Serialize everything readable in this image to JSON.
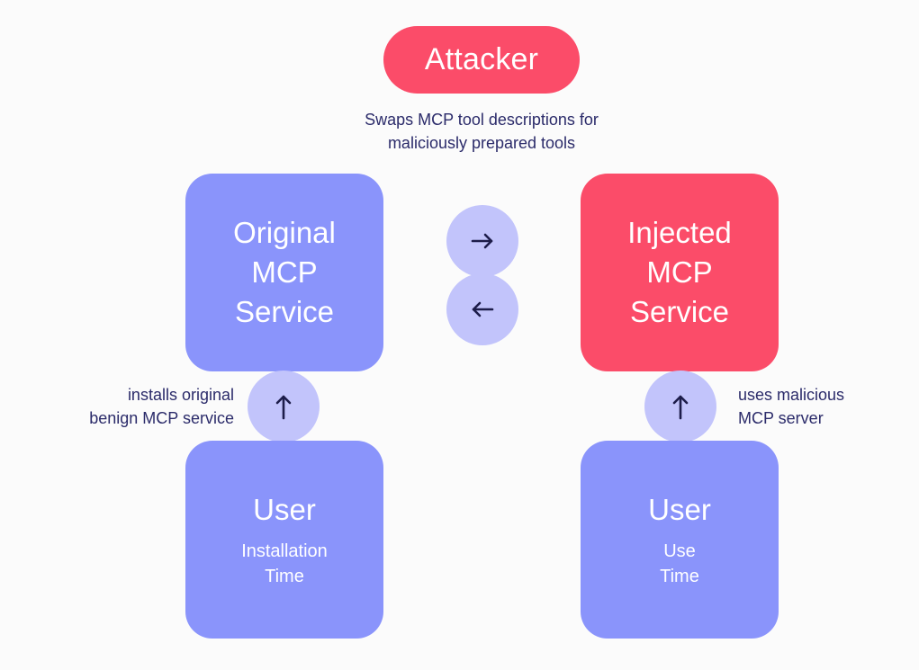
{
  "attacker": {
    "label": "Attacker"
  },
  "attack_note": {
    "text": "Swaps MCP tool descriptions for\nmaliciously prepared tools"
  },
  "original_service": {
    "title": "Original\nMCP\nService"
  },
  "injected_service": {
    "title": "Injected\nMCP\nService"
  },
  "install_note": {
    "text": "installs original\nbenign MCP service"
  },
  "use_note": {
    "text": "uses malicious\nMCP server"
  },
  "user_left": {
    "title": "User",
    "subtitle": "Installation\nTime"
  },
  "user_right": {
    "title": "User",
    "subtitle": "Use\nTime"
  },
  "icons": {
    "swap_right": "arrow-right-icon",
    "swap_left": "arrow-left-icon",
    "install": "arrow-up-icon",
    "use": "arrow-up-icon"
  },
  "colors": {
    "attacker": "#fb4c69",
    "service_blue": "#8a94fb",
    "service_red": "#fb4c69",
    "arrow_circle": "#c2c4fb",
    "text_dark": "#2b2b6a"
  }
}
